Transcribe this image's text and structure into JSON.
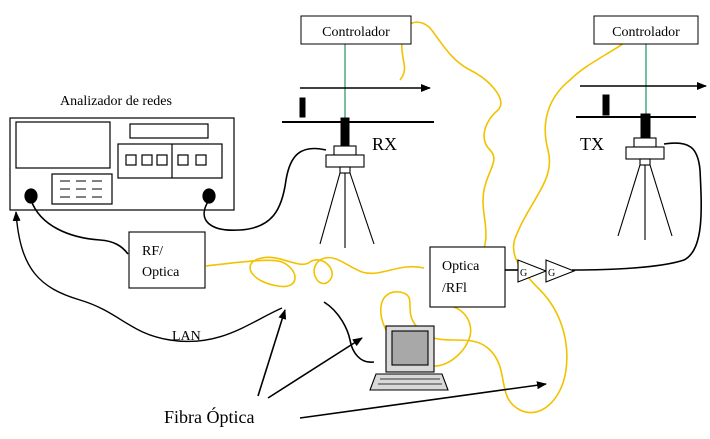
{
  "labels": {
    "controller_rx": "Controlador",
    "controller_tx": "Controlador",
    "network_analyzer": "Analizador de redes",
    "rx": "RX",
    "tx": "TX",
    "rf_optical_line1": "RF/",
    "rf_optical_line2": "Optica",
    "optical_rf_line1": "Optica",
    "optical_rf_line2": "/RFl",
    "amp1": "G",
    "amp2": "G",
    "lan": "LAN",
    "fiber": "Fibra Óptica"
  },
  "colors": {
    "fiber": "#f2c200",
    "controller_link": "#2e9e6b",
    "line": "#000000"
  },
  "icons": {
    "laptop": "laptop-icon",
    "tripod": "tripod-icon",
    "amplifier": "amplifier-triangle-icon"
  }
}
